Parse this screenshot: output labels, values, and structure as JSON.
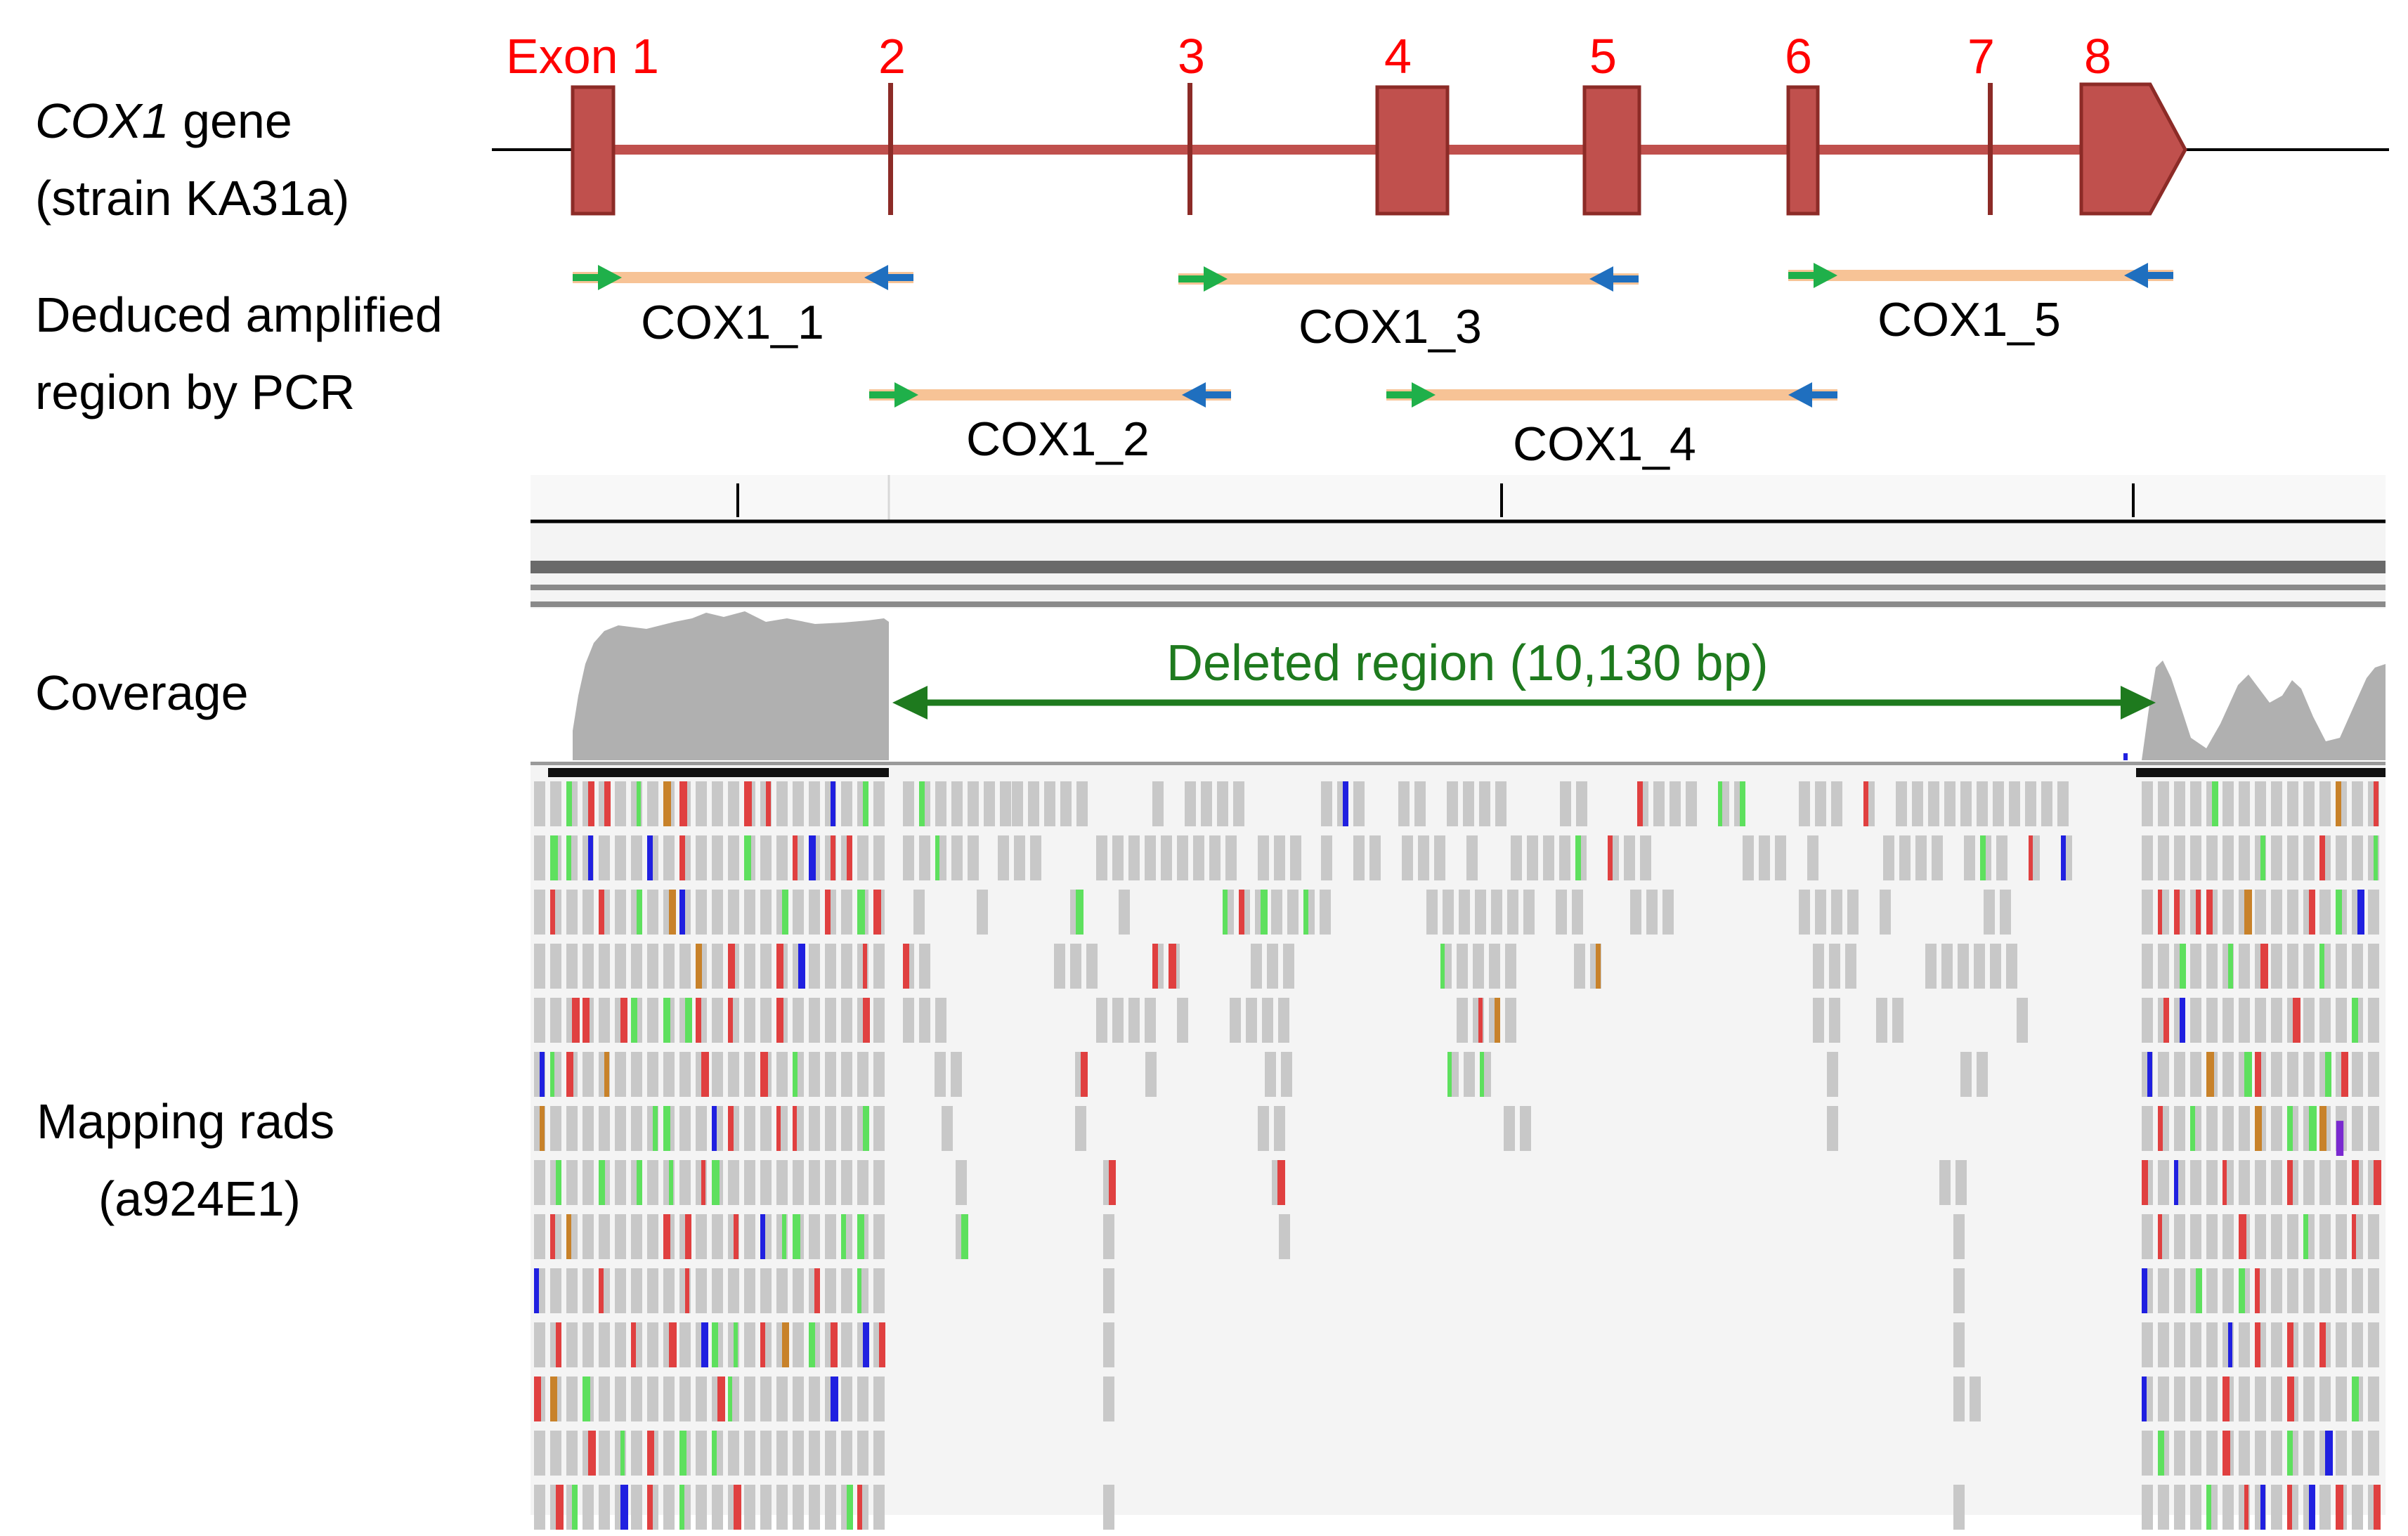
{
  "labels": {
    "gene_name": "COX1",
    "gene_suffix": " gene",
    "strain": "(strain KA31a)",
    "amplified_line1": "Deduced amplified",
    "amplified_line2": "region by PCR",
    "coverage": "Coverage",
    "mapping_line1": "Mapping rads",
    "mapping_line2": "(a924E1)"
  },
  "exons": [
    "Exon 1",
    "2",
    "3",
    "4",
    "5",
    "6",
    "7",
    "8"
  ],
  "amplicons": [
    "COX1_1",
    "COX1_2",
    "COX1_3",
    "COX1_4",
    "COX1_5"
  ],
  "deletion": {
    "label": "Deleted region (10,130 bp)"
  },
  "colors": {
    "exon_label": "#ff0000",
    "exon_fill": "#c0504d",
    "exon_stroke": "#8c2b27",
    "amplicon_bar": "#f7c396",
    "primer_fwd": "#1fb04a",
    "primer_rev": "#1f6fbf",
    "coverage": "#b0b0b0",
    "deletion": "#1e7a1e",
    "read_gray": "#c8c8c8",
    "mm_red": "#e04040",
    "mm_green": "#5ee05e",
    "mm_blue": "#2020e0",
    "mm_orange": "#c8822a"
  }
}
